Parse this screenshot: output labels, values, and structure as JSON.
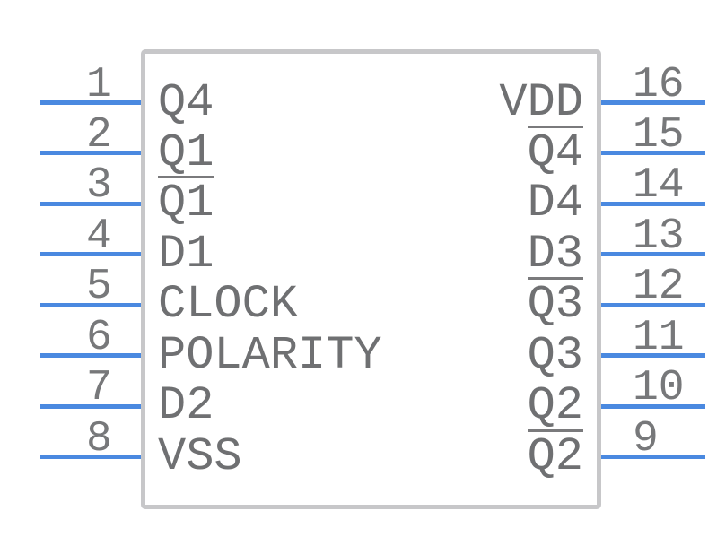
{
  "component": {
    "kind": "schematic-symbol",
    "pin_count": 16,
    "pins": {
      "left": [
        {
          "number": "1",
          "name": "Q4",
          "negated": false
        },
        {
          "number": "2",
          "name": "Q1",
          "negated": false
        },
        {
          "number": "3",
          "name": "Q1",
          "negated": true
        },
        {
          "number": "4",
          "name": "D1",
          "negated": false
        },
        {
          "number": "5",
          "name": "CLOCK",
          "negated": false
        },
        {
          "number": "6",
          "name": "POLARITY",
          "negated": false
        },
        {
          "number": "7",
          "name": "D2",
          "negated": false
        },
        {
          "number": "8",
          "name": "VSS",
          "negated": false
        }
      ],
      "right": [
        {
          "number": "16",
          "name": "VDD",
          "negated": false
        },
        {
          "number": "15",
          "name": "Q4",
          "negated": true
        },
        {
          "number": "14",
          "name": "D4",
          "negated": false
        },
        {
          "number": "13",
          "name": "D3",
          "negated": false
        },
        {
          "number": "12",
          "name": "Q3",
          "negated": true
        },
        {
          "number": "11",
          "name": "Q3",
          "negated": false
        },
        {
          "number": "10",
          "name": "Q2",
          "negated": false
        },
        {
          "number": "9",
          "name": "Q2",
          "negated": true
        }
      ]
    },
    "colors": {
      "pin_wire": "#4a89e0",
      "body_border": "#c7c7c9",
      "pin_number_text": "#77787a",
      "pin_name_text": "#6f7072",
      "overline": "#7a7a7c",
      "background": "#ffffff"
    }
  }
}
